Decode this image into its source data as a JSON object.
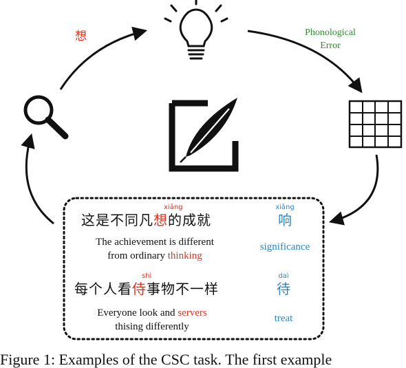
{
  "colors": {
    "red": "#e0301e",
    "blue": "#2b86c5",
    "green": "#2e8b2e",
    "black": "#111111"
  },
  "icons": [
    "lightbulb-icon",
    "magnifier-icon",
    "grid-table-icon",
    "feather-writing-icon"
  ],
  "top_left_char": "想",
  "phonological_error": {
    "line1": "Phonological",
    "line2": "Error"
  },
  "example1": {
    "sentence_pre": "这是不同凡",
    "sentence_err": "想",
    "sentence_post": "的成就",
    "err_pinyin": "xiǎng",
    "trans_line1": "The achievement is different",
    "trans_line2_pre": "from ordinary ",
    "trans_line2_err": "thinking",
    "correct_char": "响",
    "correct_pinyin": "xiǎng",
    "correct_meaning": "significance"
  },
  "example2": {
    "sentence_pre": "每个人看",
    "sentence_err": "侍",
    "sentence_post": "事物不一样",
    "err_pinyin": "shì",
    "trans_line1_pre": "Everyone look and ",
    "trans_line1_err": "servers",
    "trans_line2": "thising differently",
    "correct_char": "待",
    "correct_pinyin": "daì",
    "correct_meaning": "treat"
  },
  "caption_fragment": "Figure 1: Examples of the CSC task. The first example"
}
